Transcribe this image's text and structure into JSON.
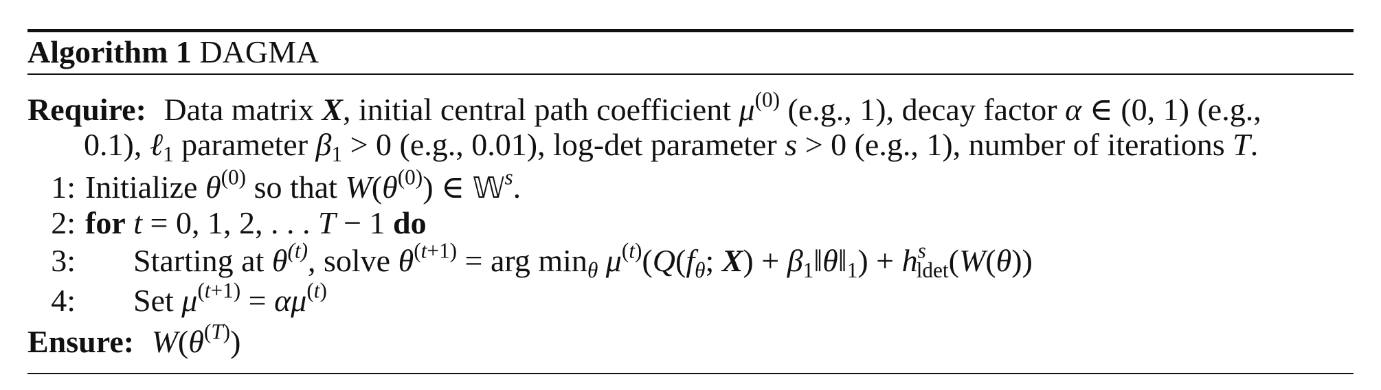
{
  "algorithm": {
    "label": "Algorithm 1",
    "name": "DAGMA"
  },
  "require": {
    "keyword": "Require:",
    "text_1": "Data matrix",
    "text_2": ", initial central path coefficient",
    "text_3": "(e.g., 1), decay factor",
    "text_4": "(e.g.,",
    "cont_1": "0.1),",
    "cont_2": "parameter",
    "cont_3": "(e.g., 0.01), log-det parameter",
    "cont_4": "(e.g., 1), number of iterations"
  },
  "steps": [
    {
      "num": "1:",
      "text_1": "Initialize",
      "text_2": "so that"
    },
    {
      "num": "2:",
      "kw_for": "for",
      "kw_do": "do"
    },
    {
      "num": "3:",
      "text_1": "Starting at",
      "text_2": ", solve"
    },
    {
      "num": "4:",
      "text_1": "Set"
    }
  ],
  "ensure": {
    "keyword": "Ensure:"
  }
}
